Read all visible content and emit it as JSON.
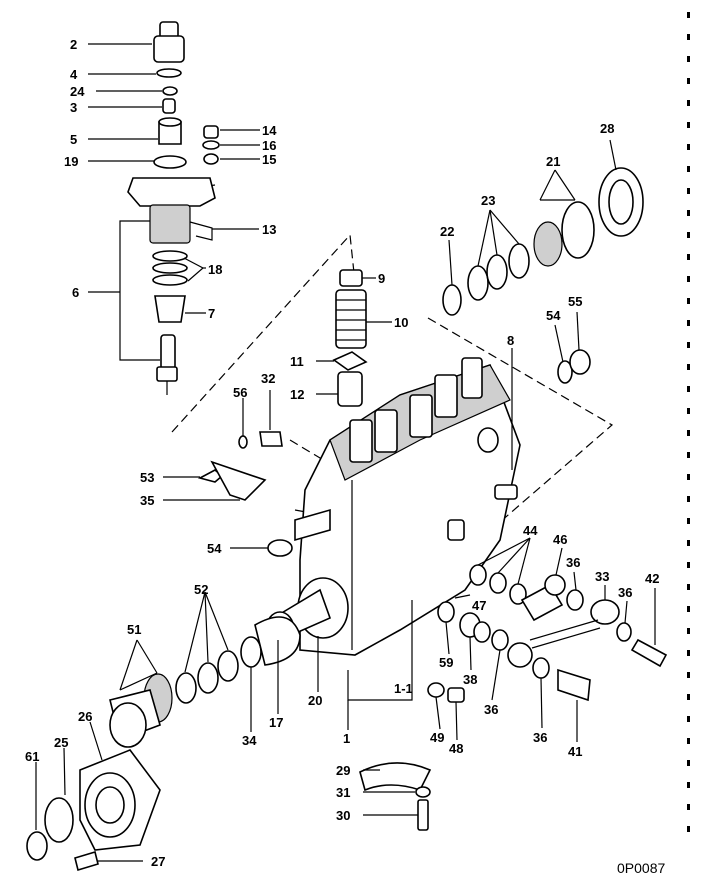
{
  "drawing_id": "0P0087",
  "callouts": [
    "2",
    "4",
    "24",
    "3",
    "5",
    "19",
    "14",
    "16",
    "15",
    "13",
    "18",
    "6",
    "7",
    "9",
    "10",
    "11",
    "12",
    "32",
    "56",
    "53",
    "35",
    "54",
    "8",
    "22",
    "23",
    "21",
    "28",
    "54",
    "55",
    "44",
    "46",
    "36",
    "33",
    "42",
    "36",
    "47",
    "59",
    "38",
    "36",
    "41",
    "36",
    "52",
    "51",
    "34",
    "17",
    "20",
    "1-1",
    "1",
    "49",
    "48",
    "26",
    "25",
    "61",
    "29",
    "31",
    "30",
    "27"
  ]
}
